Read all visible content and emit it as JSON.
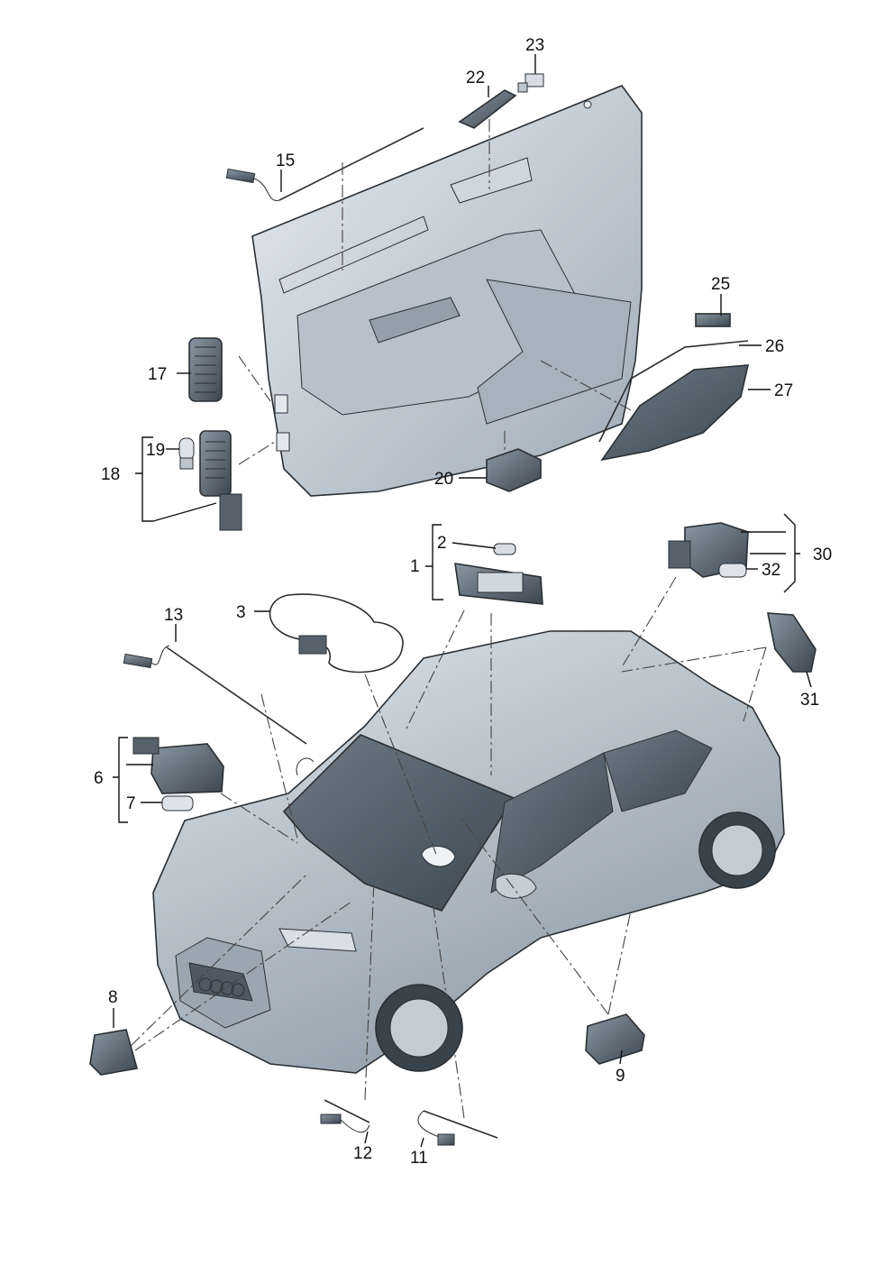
{
  "labels": [
    "1",
    "2",
    "3",
    "6",
    "7",
    "8",
    "9",
    "11",
    "12",
    "13",
    "15",
    "17",
    "18",
    "19",
    "20",
    "22",
    "23",
    "25",
    "26",
    "27",
    "30",
    "31",
    "32"
  ],
  "colors": {
    "part_dark": "#3f4a54",
    "part_mid": "#7d8b97",
    "part_light": "#c9d2da",
    "glass": "#55636f",
    "line": "#111111"
  }
}
